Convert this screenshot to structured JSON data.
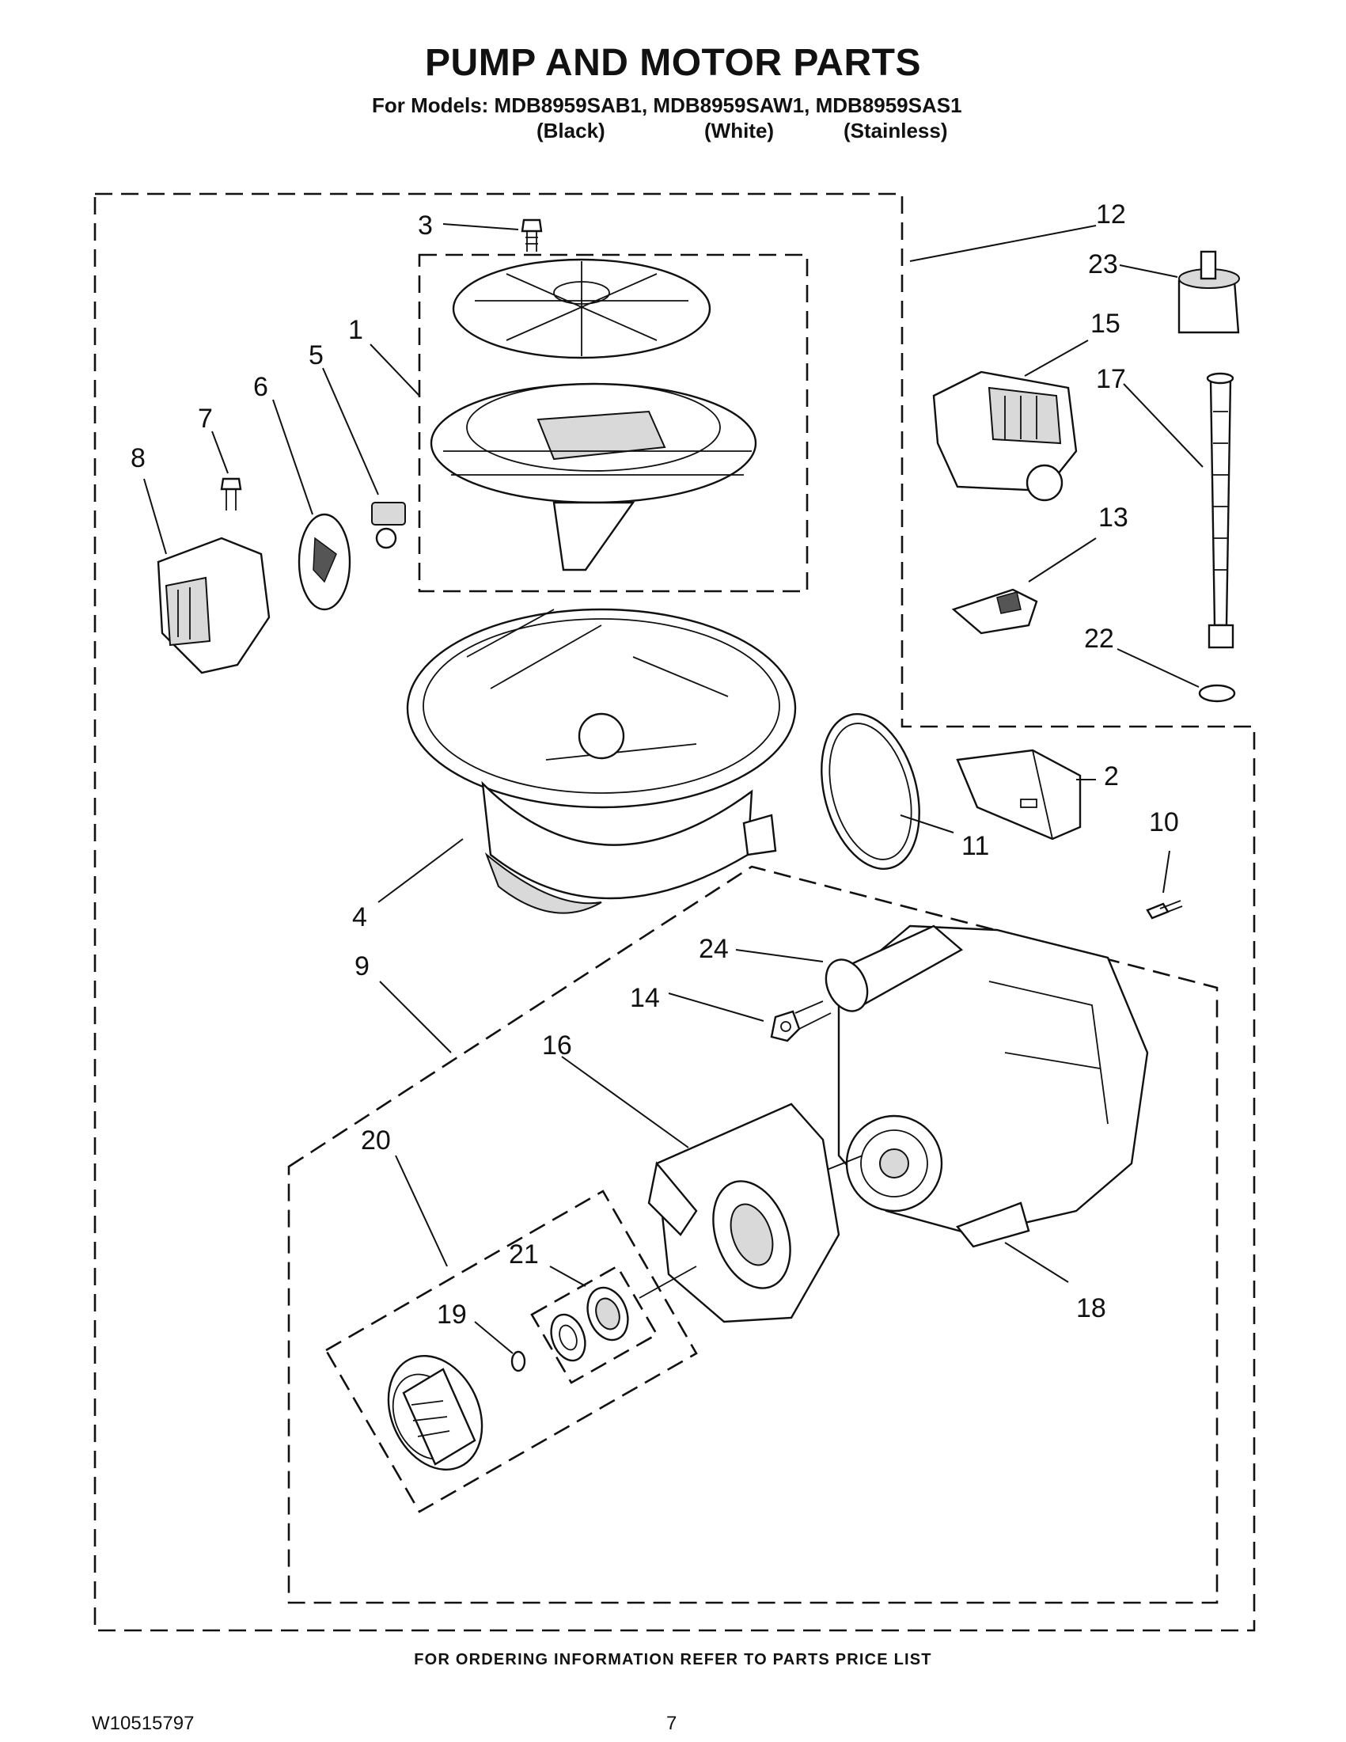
{
  "header": {
    "title": "PUMP AND MOTOR PARTS",
    "models_line": "For Models: MDB8959SAB1, MDB8959SAW1, MDB8959SAS1",
    "colors": [
      "(Black)",
      "(White)",
      "(Stainless)"
    ]
  },
  "callouts": [
    {
      "id": "c1",
      "label": "1"
    },
    {
      "id": "c2",
      "label": "2"
    },
    {
      "id": "c3",
      "label": "3"
    },
    {
      "id": "c4",
      "label": "4"
    },
    {
      "id": "c5",
      "label": "5"
    },
    {
      "id": "c6",
      "label": "6"
    },
    {
      "id": "c7",
      "label": "7"
    },
    {
      "id": "c8",
      "label": "8"
    },
    {
      "id": "c9",
      "label": "9"
    },
    {
      "id": "c10",
      "label": "10"
    },
    {
      "id": "c11",
      "label": "11"
    },
    {
      "id": "c12",
      "label": "12"
    },
    {
      "id": "c13",
      "label": "13"
    },
    {
      "id": "c14",
      "label": "14"
    },
    {
      "id": "c15",
      "label": "15"
    },
    {
      "id": "c16",
      "label": "16"
    },
    {
      "id": "c17",
      "label": "17"
    },
    {
      "id": "c18",
      "label": "18"
    },
    {
      "id": "c19",
      "label": "19"
    },
    {
      "id": "c20",
      "label": "20"
    },
    {
      "id": "c21",
      "label": "21"
    },
    {
      "id": "c22",
      "label": "22"
    },
    {
      "id": "c23",
      "label": "23"
    },
    {
      "id": "c24",
      "label": "24"
    }
  ],
  "footer": {
    "ordering_note": "FOR ORDERING INFORMATION REFER TO PARTS PRICE LIST",
    "document_number": "W10515797",
    "page_number": "7"
  }
}
